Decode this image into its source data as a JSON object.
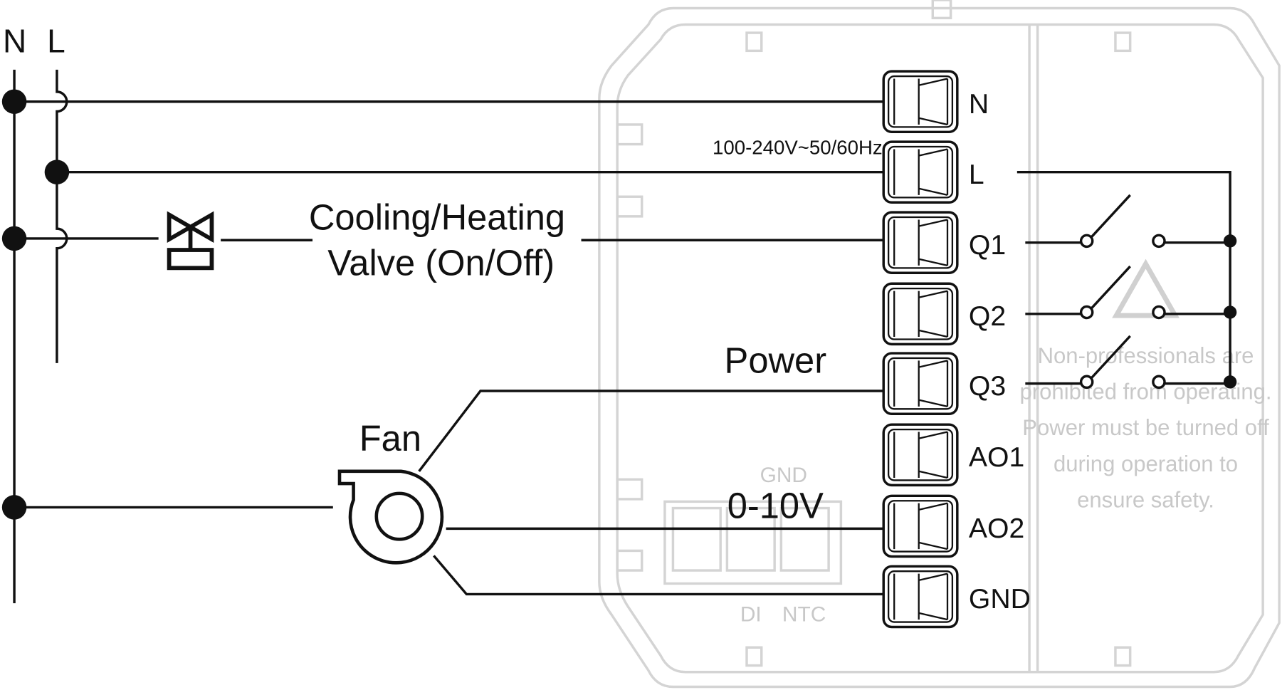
{
  "mains": {
    "n_label": "N",
    "l_label": "L"
  },
  "terminals": [
    "N",
    "L",
    "Q1",
    "Q2",
    "Q3",
    "AO1",
    "AO2",
    "GND"
  ],
  "supply_rating": "100-240V~50/60Hz",
  "labels": {
    "valve_line1": "Cooling/Heating",
    "valve_line2": "Valve (On/Off)",
    "power": "Power",
    "fan": "Fan",
    "analog": "0-10V"
  },
  "device_marks": {
    "gnd": "GND",
    "di": "DI",
    "ntc": "NTC"
  },
  "warning": [
    "Non-professionals are",
    "prohibited from operating.",
    "Power must be turned off",
    "during operation to",
    "ensure safety."
  ],
  "colors": {
    "wire": "#111111",
    "device_outline": "#d4d4d4",
    "warning_text": "#c8c8c8"
  }
}
